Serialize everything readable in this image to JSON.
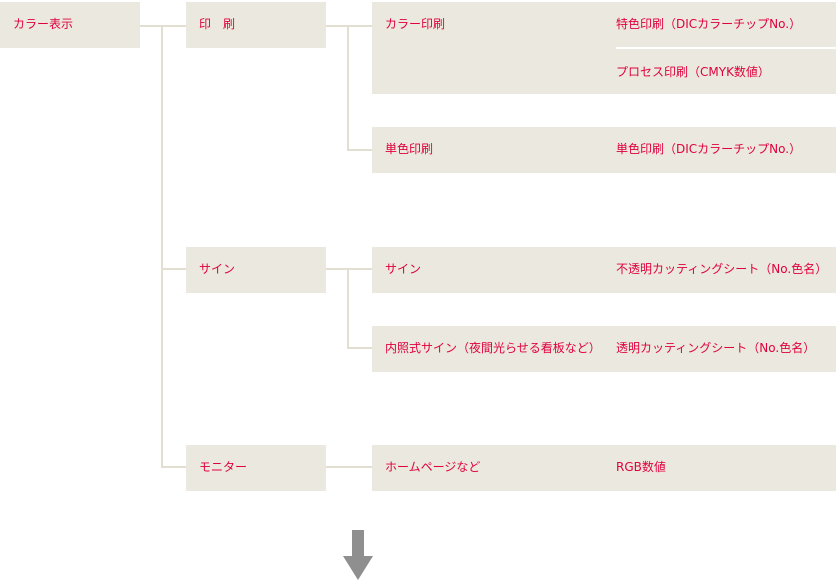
{
  "colors": {
    "box_fill": "#ebe9df",
    "text_red": "#e0003c",
    "connector": "#e2dfd2",
    "arrow_gray": "#8f8f8f"
  },
  "root": {
    "label": "カラー表示"
  },
  "categories": {
    "print": {
      "label": "印　刷"
    },
    "sign": {
      "label": "サイン"
    },
    "monitor": {
      "label": "モニター"
    }
  },
  "items": {
    "color_print": {
      "label": "カラー印刷",
      "specs": [
        "特色印刷（DICカラーチップNo.）",
        "プロセス印刷（CMYK数値）"
      ]
    },
    "single_print": {
      "label": "単色印刷",
      "specs": [
        "単色印刷（DICカラーチップNo.）"
      ]
    },
    "sign": {
      "label": "サイン",
      "specs": [
        "不透明カッティングシート（No.色名）"
      ]
    },
    "lit_sign": {
      "label": "内照式サイン（夜間光らせる看板など）",
      "specs": [
        "透明カッティングシート（No.色名）"
      ]
    },
    "homepage": {
      "label": "ホームページなど",
      "specs": [
        "RGB数値"
      ]
    }
  },
  "footer_arrow": {
    "icon": "down-arrow-icon"
  }
}
